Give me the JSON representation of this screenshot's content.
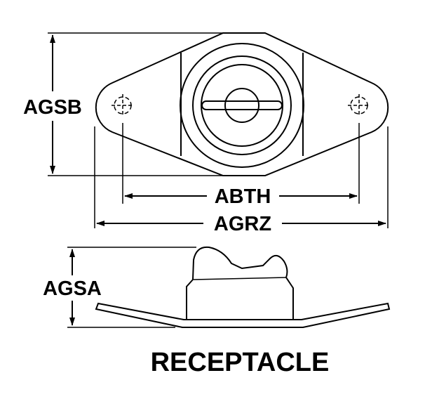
{
  "dimensions": {
    "height_top": "AGSB",
    "hole_spacing": "ABTH",
    "overall_length": "AGRZ",
    "height_side": "AGSA"
  },
  "title": "RECEPTACLE",
  "colors": {
    "ink": "#000000",
    "background": "#ffffff"
  }
}
